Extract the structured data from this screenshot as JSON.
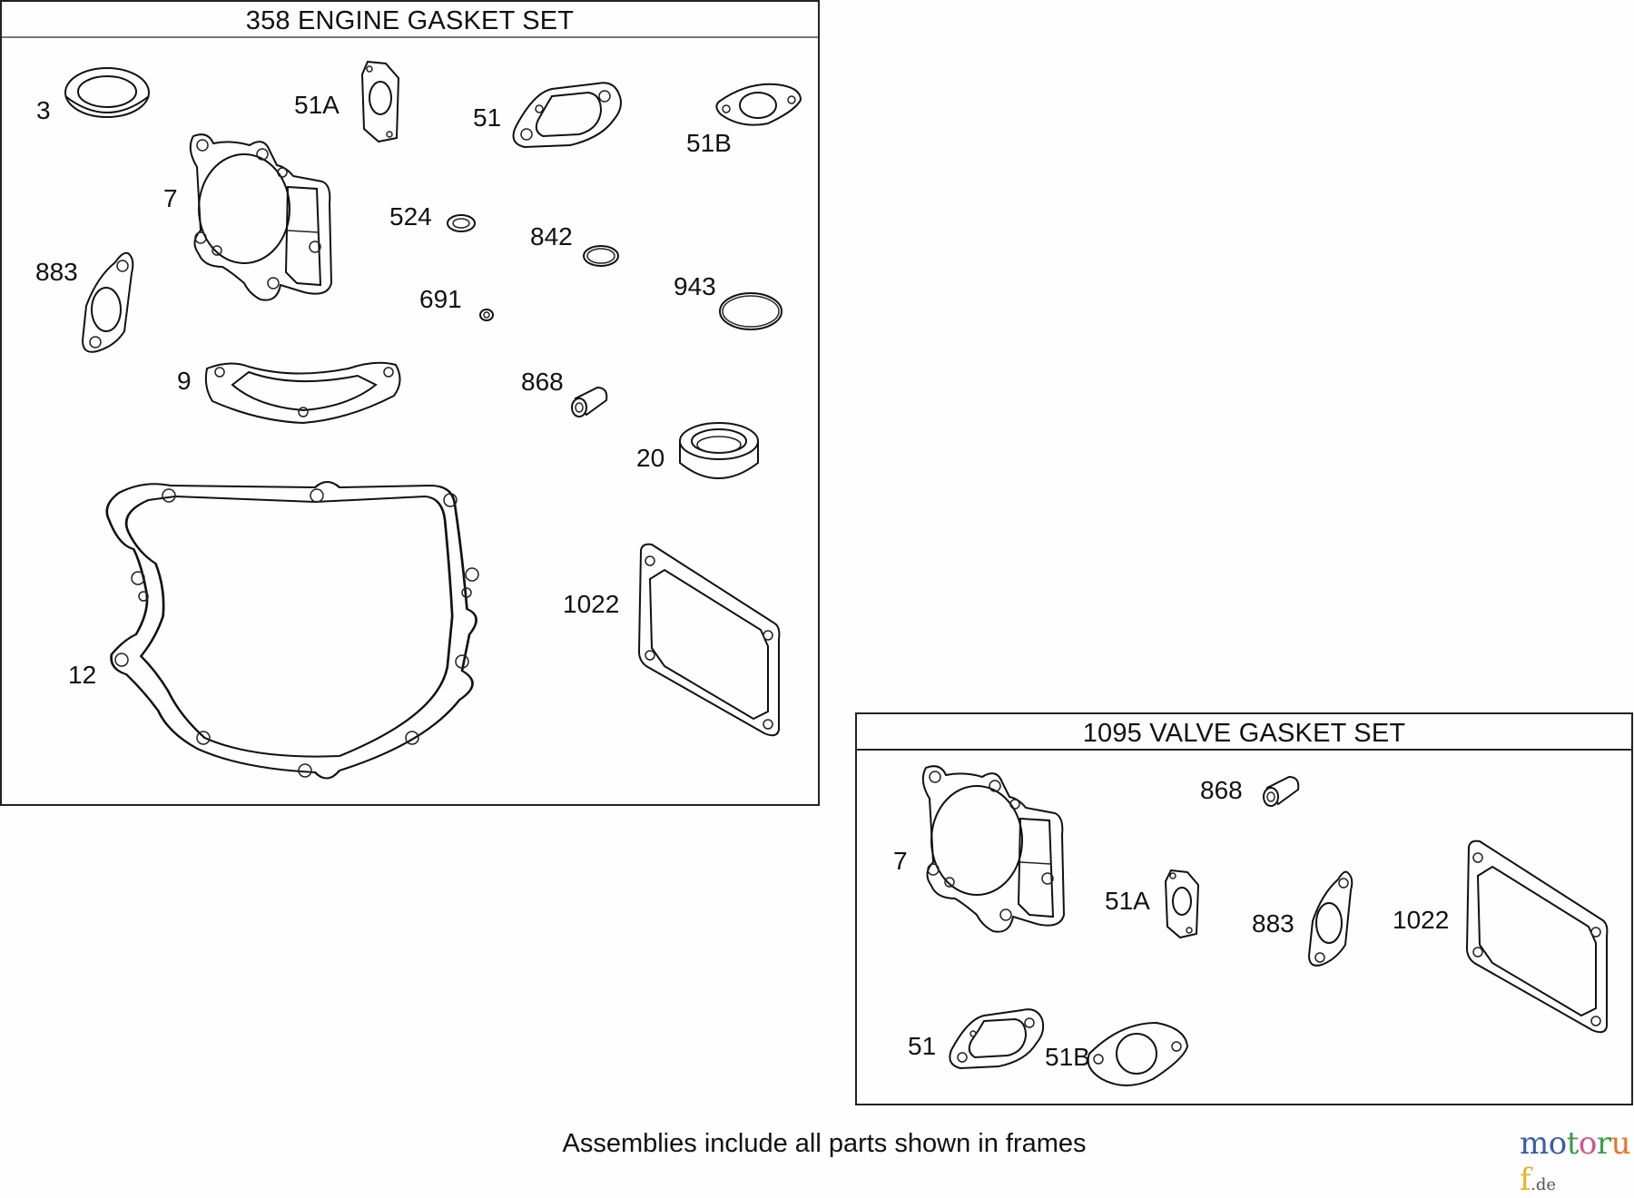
{
  "frames": [
    {
      "title": "358 ENGINE GASKET SET",
      "callouts": {
        "c3": "3",
        "c51A": "51A",
        "c51": "51",
        "c51B": "51B",
        "c7": "7",
        "c524": "524",
        "c842": "842",
        "c883": "883",
        "c691": "691",
        "c943": "943",
        "c9": "9",
        "c868": "868",
        "c20": "20",
        "c1022": "1022",
        "c12": "12"
      }
    },
    {
      "title": "1095 VALVE GASKET SET",
      "callouts": {
        "c7": "7",
        "c868": "868",
        "c51A": "51A",
        "c883": "883",
        "c1022": "1022",
        "c51": "51",
        "c51B": "51B"
      }
    }
  ],
  "footer": {
    "note": "Assemblies include all parts shown in frames"
  },
  "logo": {
    "letters": [
      {
        "ch": "m",
        "color": "#3b5ca6"
      },
      {
        "ch": "o",
        "color": "#3b5ca6"
      },
      {
        "ch": "t",
        "color": "#3e9b45"
      },
      {
        "ch": "o",
        "color": "#d9508c"
      },
      {
        "ch": "r",
        "color": "#3e9b45"
      },
      {
        "ch": "u",
        "color": "#e8742a"
      },
      {
        "ch": "f",
        "color": "#e8b520"
      }
    ],
    "tld": ".de"
  }
}
